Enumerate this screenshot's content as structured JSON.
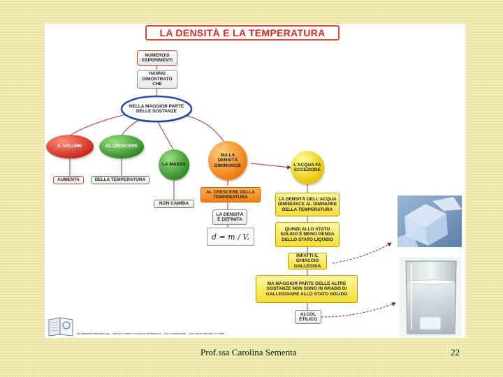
{
  "map": {
    "title": "LA  DENSITÀ E LA TEMPERATURA",
    "numerosi": "NUMEROSI ESPERIMENTI",
    "hanno": "HANNO DIMOSTRATO CHE",
    "maggior": "NELLA MAGGIOR PARTE DELLE SOSTANZE",
    "volume": "IL VOLUME",
    "crescere": "AL CRESCERE",
    "massa": "LA MASSA",
    "densita_dim": "MA  LA DENSITÀ DIMINUISCE",
    "acqua_ecc": "L'ACQUA FA ECCEZIONE",
    "aumenta": "AUMENTA",
    "della_temp": "DELLA TEMPERATURA",
    "non_cambia": "NON CAMBIA",
    "al_crescere_temp": "AL CRESCERE DELLA TEMPERATURA",
    "densita_definita": "LA DENSITÀ È DEFINITA",
    "formula": "d  =  m / V,",
    "densita_acqua": "LA DENSITÀ DELL'ACQUA DIMINUISCE AL DIMINUIRE DELLA TEMPERATURA",
    "quindi": "QUINDI ALLO STATO SOLIDO È MENO DENSA DELLO STATO LIQUIDO",
    "infatti": "INFATTI IL GHIACCIO GALLEGGIA",
    "ma_maggior": "MA MAGGIOR PARTE DELLE ALTRE SOSTANZE NON SONO IN GRADO DI GALLEGGIARE ALLO STATO SOLIDO",
    "alcol": "ALCOL ETILICO",
    "credit": "By elisabella.altervista.org – licenza Creative Commons Attribuzione – Non commerciale – Non opere derivate 3.0 Italia"
  },
  "footer": {
    "author": "Prof.ssa Carolina Sementa",
    "page": "22"
  },
  "colors": {
    "accent_red": "#d84b3a",
    "blue": "#2a4fa8",
    "green": "#4c8f3d",
    "orange": "#f07f10",
    "yellow": "#f6de35"
  }
}
